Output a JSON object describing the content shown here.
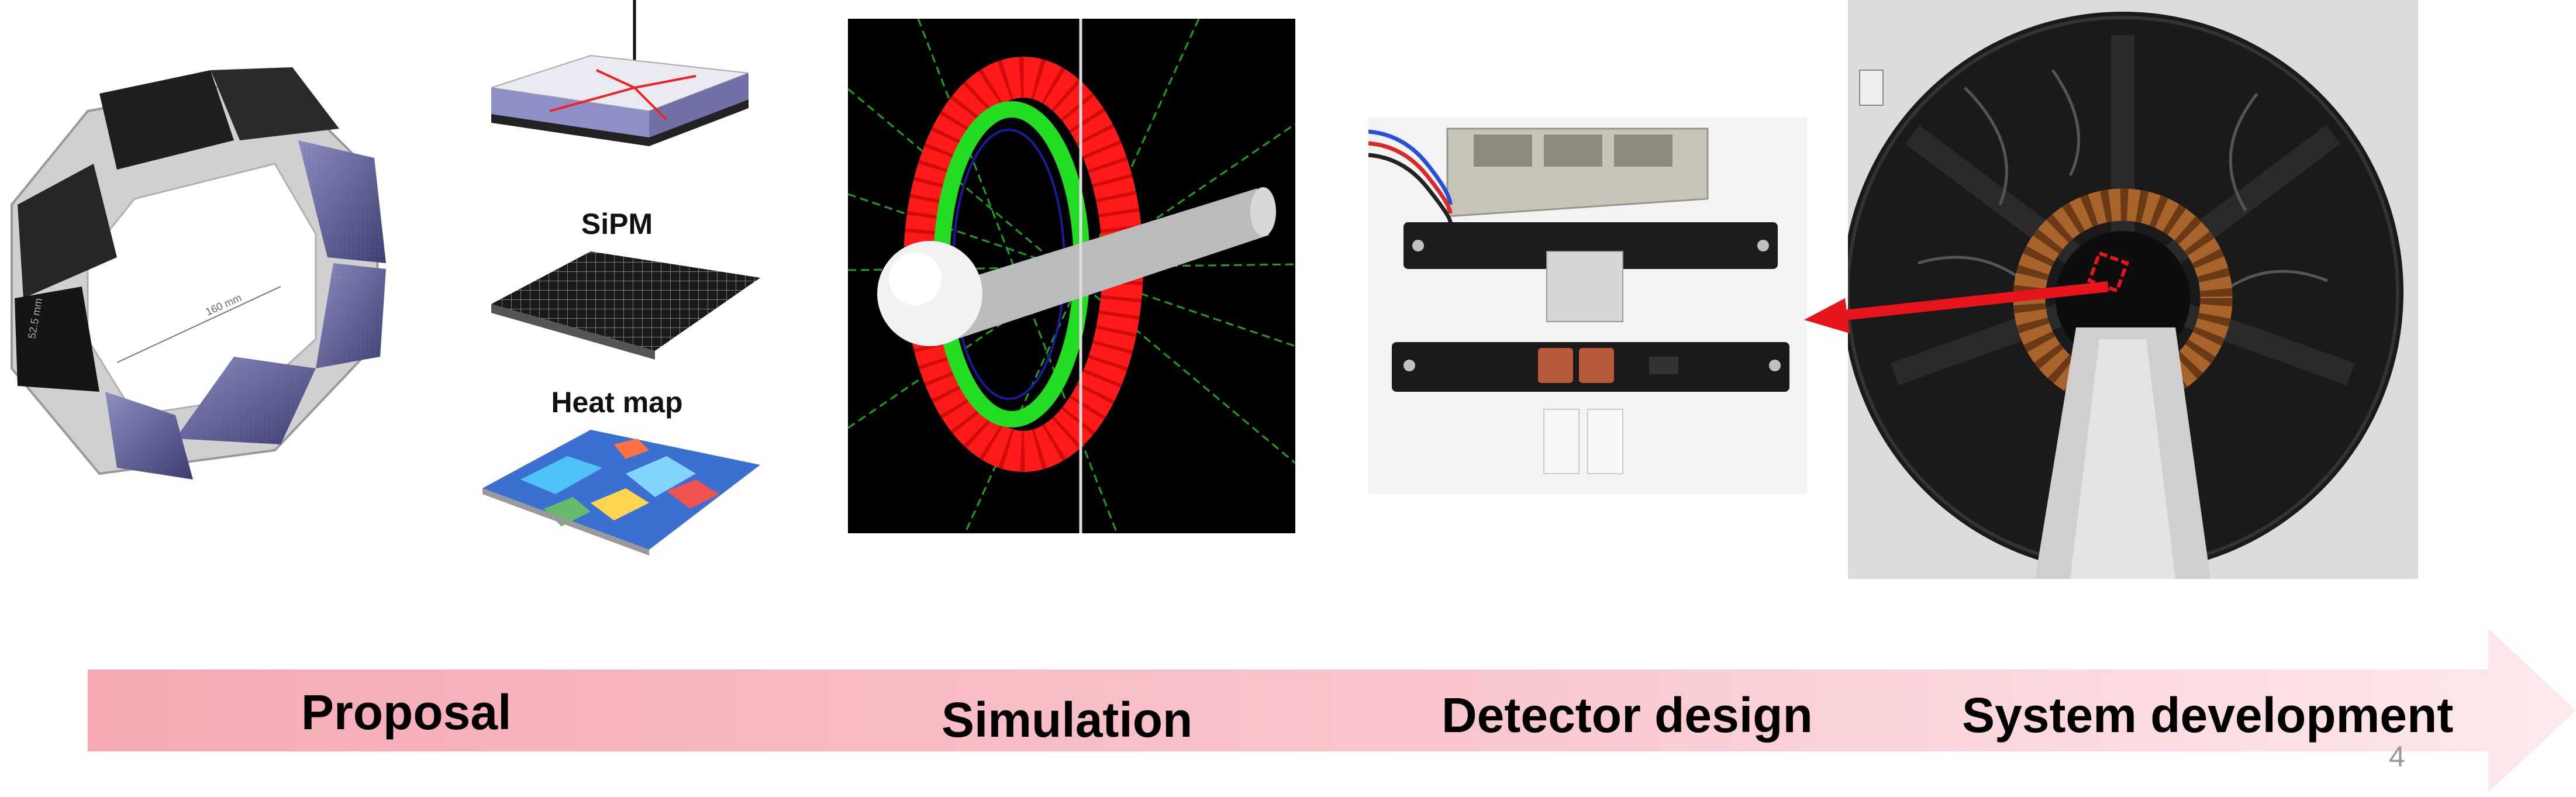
{
  "diagram": {
    "labels": {
      "sipm": "SiPM",
      "heat_map": "Heat map",
      "ring_dimension": "160 mm",
      "ring_gap": "52.5 mm"
    },
    "stages": [
      {
        "label": "Proposal"
      },
      {
        "label": "Simulation"
      },
      {
        "label": "Detector design"
      },
      {
        "label": "System development"
      }
    ],
    "slide_number": "4",
    "colors": {
      "arrow_start": "#f6a9b3",
      "arrow_end": "#fde9ec",
      "pointer_arrow": "#e8141c",
      "simulation_ring": "#ff1a1a",
      "simulation_inner": "#22dd22"
    }
  }
}
